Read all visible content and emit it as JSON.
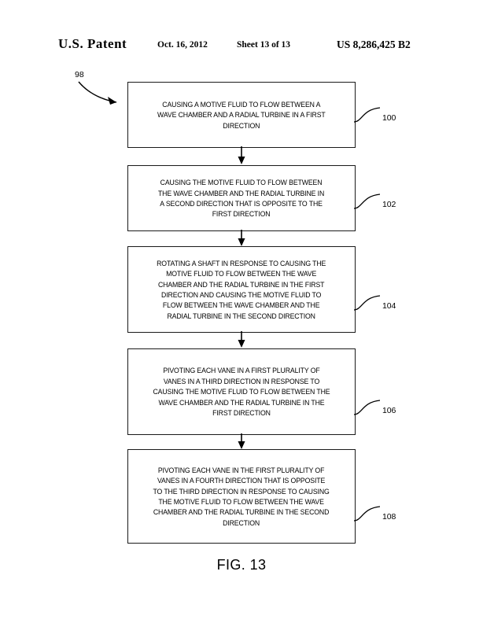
{
  "header": {
    "title": "U.S. Patent",
    "date": "Oct. 16, 2012",
    "sheet": "Sheet 13 of 13",
    "patent_number": "US 8,286,425 B2"
  },
  "figure": {
    "caption": "FIG. 13",
    "diagram_label": "98"
  },
  "flowchart": {
    "steps": [
      {
        "ref": "100",
        "text": "CAUSING A MOTIVE FLUID TO FLOW BETWEEN A\nWAVE CHAMBER AND A RADIAL TURBINE IN A FIRST\nDIRECTION"
      },
      {
        "ref": "102",
        "text": "CAUSING THE MOTIVE FLUID TO FLOW BETWEEN\nTHE WAVE CHAMBER AND THE RADIAL TURBINE IN\nA SECOND DIRECTION THAT IS OPPOSITE TO THE\nFIRST DIRECTION"
      },
      {
        "ref": "104",
        "text": "ROTATING A SHAFT IN RESPONSE TO CAUSING THE\nMOTIVE FLUID TO FLOW BETWEEN THE WAVE\nCHAMBER AND THE RADIAL TURBINE IN THE FIRST\nDIRECTION AND CAUSING THE MOTIVE FLUID TO\nFLOW BETWEEN THE WAVE CHAMBER AND THE\nRADIAL TURBINE IN THE SECOND DIRECTION"
      },
      {
        "ref": "106",
        "text": "PIVOTING EACH VANE IN A FIRST PLURALITY OF\nVANES IN A THIRD DIRECTION IN RESPONSE TO\nCAUSING THE MOTIVE FLUID TO FLOW BETWEEN THE\nWAVE CHAMBER AND THE RADIAL TURBINE IN THE\nFIRST DIRECTION"
      },
      {
        "ref": "108",
        "text": "PIVOTING EACH VANE IN THE FIRST PLURALITY OF\nVANES IN A FOURTH DIRECTION THAT IS OPPOSITE\nTO THE THIRD DIRECTION IN RESPONSE TO CAUSING\nTHE MOTIVE  FLUID TO FLOW BETWEEN THE WAVE\nCHAMBER AND THE RADIAL TURBINE IN THE SECOND\nDIRECTION"
      }
    ]
  },
  "colors": {
    "ink": "#000000",
    "box_border": "#1a1a1a",
    "page_background": "#ffffff"
  }
}
